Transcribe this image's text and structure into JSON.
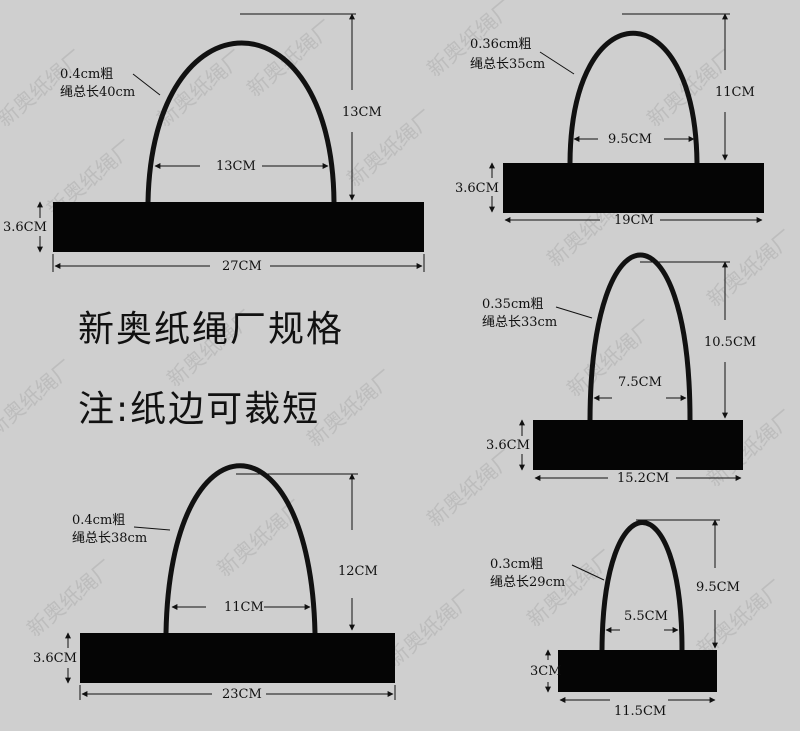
{
  "title_line1": "新奥纸绳厂规格",
  "title_line2": "注:纸边可裁短",
  "watermark_text": "新奥纸绳厂",
  "bags": [
    {
      "rope": "0.4cm粗",
      "total_length": "绳总长40cm",
      "handle_height": "13CM",
      "handle_spacing": "13CM",
      "bag_height": "3.6CM",
      "bag_width": "27CM"
    },
    {
      "rope": "0.36cm粗",
      "total_length": "绳总长35cm",
      "handle_height": "11CM",
      "handle_spacing": "9.5CM",
      "bag_height": "3.6CM",
      "bag_width": "19CM"
    },
    {
      "rope": "0.35cm粗",
      "total_length": "绳总长33cm",
      "handle_height": "10.5CM",
      "handle_spacing": "7.5CM",
      "bag_height": "3.6CM",
      "bag_width": "15.2CM"
    },
    {
      "rope": "0.4cm粗",
      "total_length": "绳总长38cm",
      "handle_height": "12CM",
      "handle_spacing": "11CM",
      "bag_height": "3.6CM",
      "bag_width": "23CM"
    },
    {
      "rope": "0.3cm粗",
      "total_length": "绳总长29cm",
      "handle_height": "9.5CM",
      "handle_spacing": "5.5CM",
      "bag_height": "3CM",
      "bag_width": "11.5CM"
    }
  ]
}
